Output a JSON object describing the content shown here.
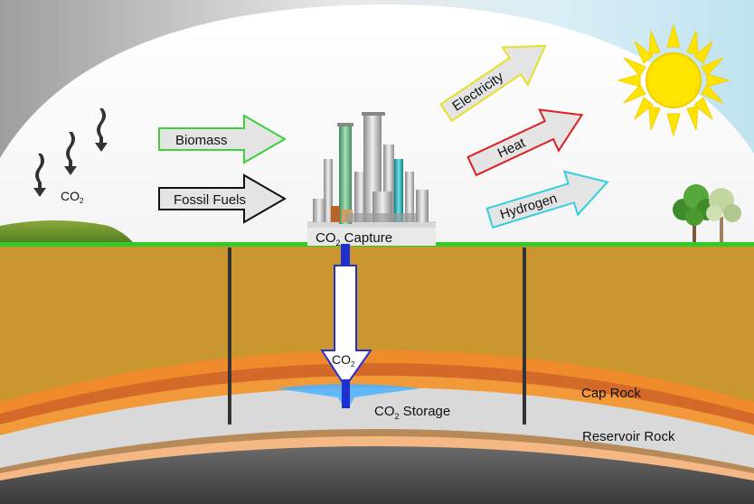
{
  "inputs": {
    "co2_main": "CO",
    "co2_sub": "2",
    "biomass": "Biomass",
    "fossil_fuels": "Fossil Fuels"
  },
  "plant": {
    "capture_main": "CO",
    "capture_sub": "2",
    "capture_rest": " Capture"
  },
  "outputs": {
    "electricity": "Electricity",
    "heat": "Heat",
    "hydrogen": "Hydrogen"
  },
  "injection": {
    "arrow_main": "CO",
    "arrow_sub": "2"
  },
  "storage": {
    "storage_main": "CO",
    "storage_sub": "2",
    "storage_rest": " Storage"
  },
  "layers": {
    "cap_rock": "Cap Rock",
    "reservoir_rock": "Reservoir Rock"
  },
  "colors": {
    "sky": "#cde7f2",
    "ground": "#c9962f",
    "grass": "#33c92a",
    "cap_rock_orange": "#f08b2c",
    "reservoir_grey": "#d9d9d9",
    "deep_rock": "#5a5a5a",
    "biomass_border": "#3bd13b",
    "fossil_border": "#111111",
    "electricity_border": "#e6e02a",
    "heat_border": "#dd2020",
    "hydrogen_border": "#30d0e0",
    "pipe_blue": "#1f2fd0",
    "sun": "#ffe400"
  }
}
